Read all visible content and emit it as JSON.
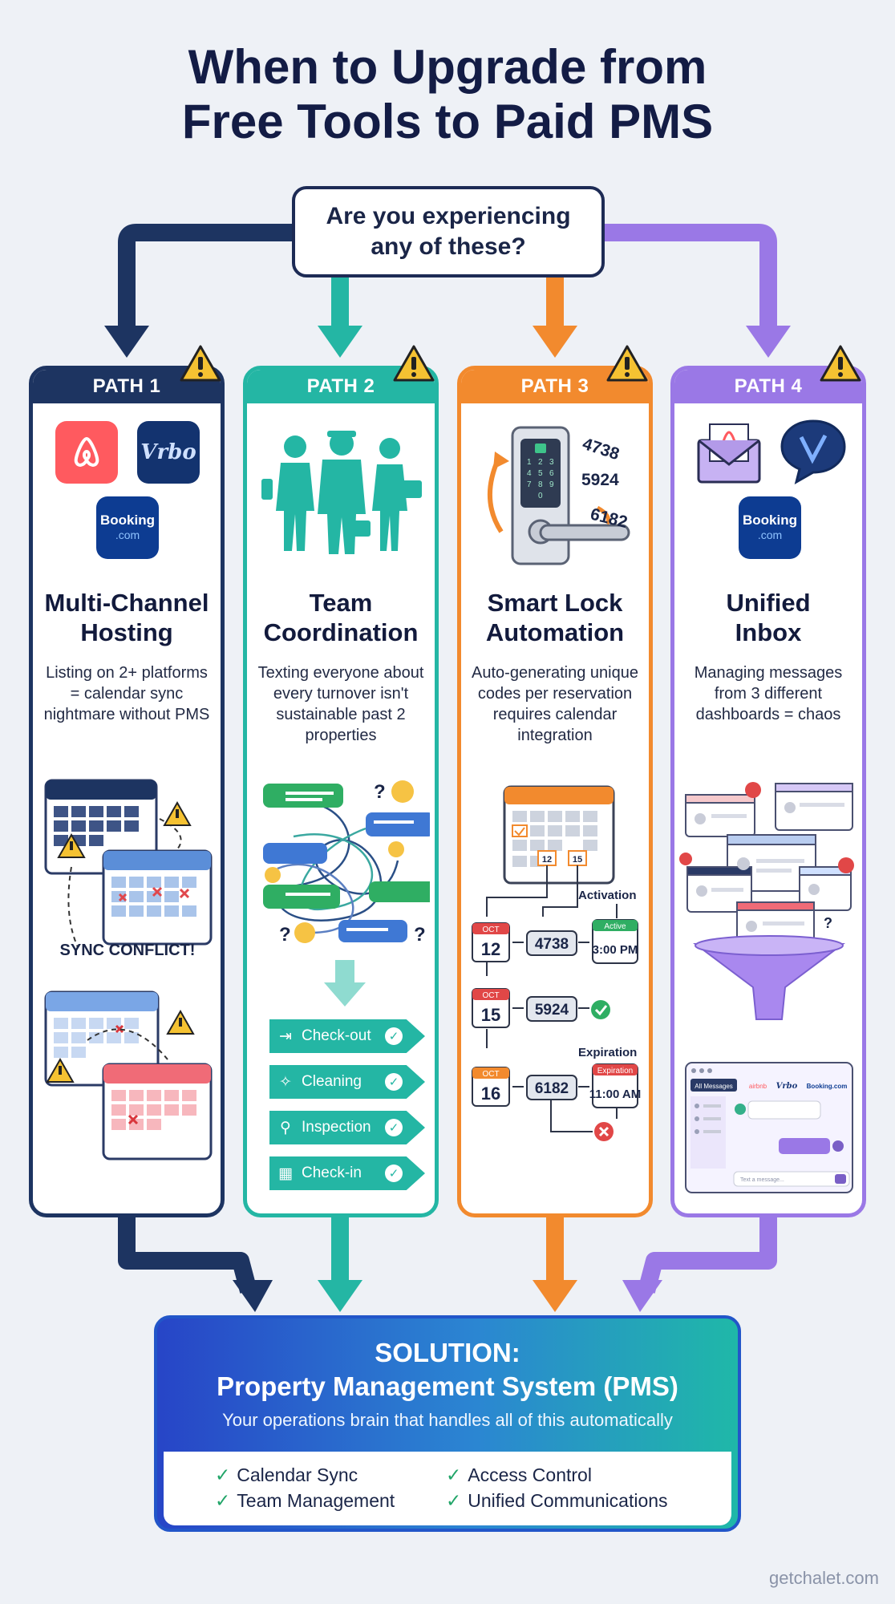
{
  "title": {
    "line1": "When to Upgrade from",
    "line2": "Free Tools to Paid PMS"
  },
  "question": "Are you experiencing any of these?",
  "colors": {
    "path1": "#1d3461",
    "path2": "#24b6a4",
    "path3": "#f28a2e",
    "path4": "#9a78e6"
  },
  "paths": [
    {
      "header": "PATH 1",
      "name_line1": "Multi-Channel",
      "name_line2": "Hosting",
      "description": "Listing on 2+ platforms = calendar sync nightmare without PMS",
      "logos": {
        "vrbo": "Vrbo",
        "booking": "Booking",
        "booking_sub": ".com"
      },
      "illustration_label": "SYNC CONFLICT!"
    },
    {
      "header": "PATH 2",
      "name_line1": "Team",
      "name_line2": "Coordination",
      "description": "Texting everyone about every turnover isn't sustainable past 2 properties",
      "steps": [
        "Check-out",
        "Cleaning",
        "Inspection",
        "Check-in"
      ]
    },
    {
      "header": "PATH 3",
      "name_line1": "Smart Lock",
      "name_line2": "Automation",
      "description": "Auto-generating unique codes per reservation requires calendar integration",
      "lock_codes": [
        "4738",
        "5924",
        "6182"
      ],
      "calendar_days": [
        "12",
        "15"
      ],
      "month": "OCT",
      "flow_days": [
        "12",
        "15",
        "16"
      ],
      "activation_label": "Activation",
      "activation_tag": "Active",
      "activation_time": "3:00 PM",
      "expiration_label": "Expiration",
      "expiration_tag": "Expiration",
      "expiration_time": "11:00 AM"
    },
    {
      "header": "PATH 4",
      "name_line1": "Unified",
      "name_line2": "Inbox",
      "description": "Managing messages from 3 different dashboards = chaos",
      "logos": {
        "booking": "Booking",
        "booking_sub": ".com"
      },
      "inbox_tabs": [
        "All Messages",
        "airbnb",
        "Vrbo",
        "Booking.com"
      ],
      "inbox_placeholder": "Text a message..."
    }
  ],
  "solution": {
    "label": "SOLUTION:",
    "title": "Property Management System (PMS)",
    "subtitle": "Your operations brain that handles all of this automatically",
    "features": [
      "Calendar Sync",
      "Access Control",
      "Team Management",
      "Unified Communications"
    ]
  },
  "footer": "getchalet.com"
}
